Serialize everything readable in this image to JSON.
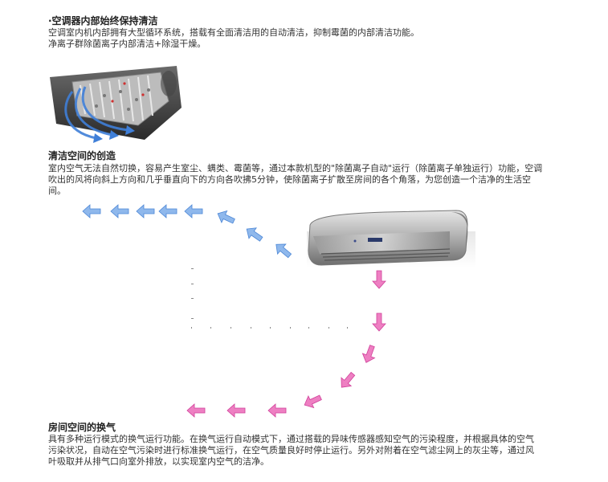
{
  "section1": {
    "title": "·空调器内部始终保持清洁",
    "lines": [
      "空调室内机内部拥有大型循环系统，搭载有全面清洁用的自动清洁，抑制霉菌的内部清洁功能。",
      "净离子群除菌离子内部清洁+除湿干燥。"
    ]
  },
  "section2": {
    "title": "清洁空间的创造",
    "lines": [
      "室内空气无法自然切换，容易产生室尘、螨类、霉菌等，通过本款机型的\"除菌离子自动\"运行（除菌离子单独运行）功能，空调",
      "吹出的风将向斜上方向和几乎垂直向下的方向各吹拂5分钟，使除菌离子扩散至房间的各个角落，为您创造一个洁净的生活空",
      "间。"
    ]
  },
  "section3": {
    "title": "房间空间的换气",
    "lines": [
      "具有多种运行模式的换气运行功能。在换气运行自动模式下，通过搭载的异味传感器感知空气的污染程度，并根据具体的空气",
      "污染状况，自动在空气污染时进行标准换气运行，在空气质量良好时停止运行。另外对附着在空气滤尘网上的灰尘等，通过风",
      "叶吸取并从排气口向室外排放，以实现室内空气的洁净。"
    ]
  },
  "colors": {
    "blue_arrow": "#8fb8ec",
    "pink_arrow": "#ee7fc2"
  },
  "icons": {
    "unit": "air-conditioner-unit",
    "cutaway": "air-conditioner-cutaway"
  }
}
